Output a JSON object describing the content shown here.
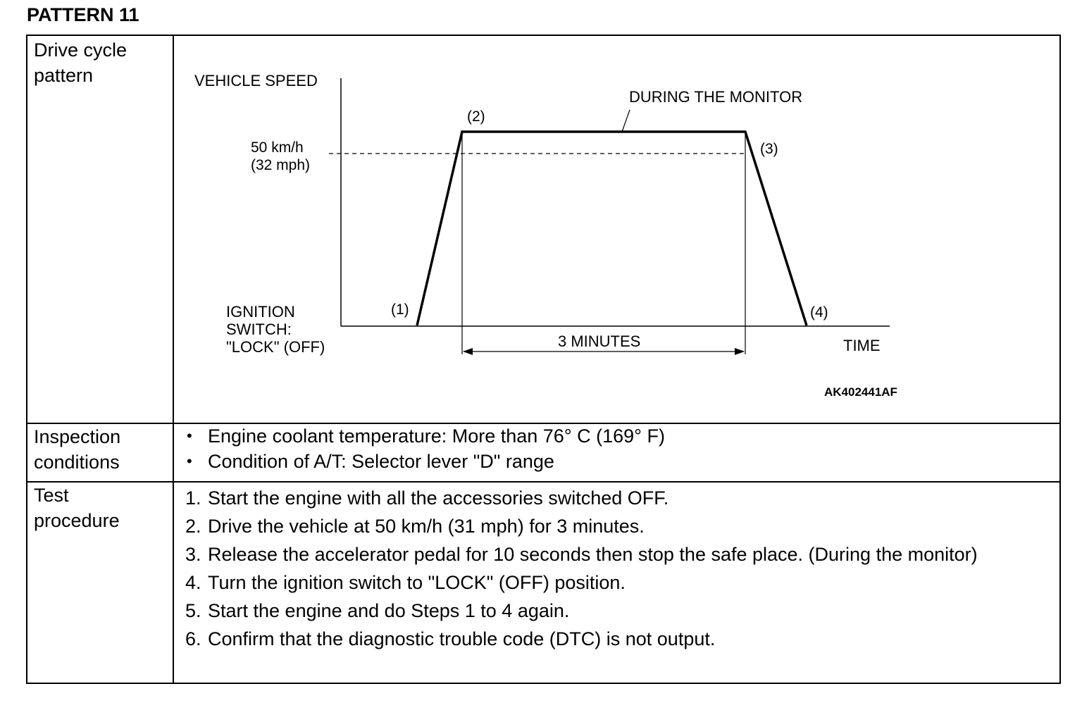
{
  "title": "PATTERN 11",
  "rows": {
    "drive_cycle": {
      "label_line1": "Drive cycle",
      "label_line2": "pattern"
    },
    "inspection": {
      "label_line1": "Inspection",
      "label_line2": "conditions"
    },
    "test": {
      "label_line1": "Test",
      "label_line2": "procedure"
    }
  },
  "diagram": {
    "y_axis_label": "VEHICLE SPEED",
    "speed_line1": "50 km/h",
    "speed_line2": "(32 mph)",
    "ignition_line1": "IGNITION",
    "ignition_line2": "SWITCH:",
    "ignition_line3": "\"LOCK\" (OFF)",
    "point1": "(1)",
    "point2": "(2)",
    "point3": "(3)",
    "point4": "(4)",
    "during_monitor": "DURING THE MONITOR",
    "duration": "3 MINUTES",
    "x_axis_label": "TIME",
    "figure_code": "AK402441AF"
  },
  "inspection_conditions": [
    "Engine coolant temperature: More than 76° C (169° F)",
    "Condition of A/T: Selector lever \"D\" range"
  ],
  "test_procedure": [
    {
      "num": "1.",
      "text": "Start the engine with all the accessories switched OFF."
    },
    {
      "num": "2.",
      "text": "Drive the vehicle at 50 km/h (31 mph) for 3 minutes."
    },
    {
      "num": "3.",
      "text": "Release the accelerator pedal for 10 seconds then stop the safe place. (During the monitor)"
    },
    {
      "num": "4.",
      "text": "Turn the ignition switch to \"LOCK\" (OFF) position."
    },
    {
      "num": "5.",
      "text": "Start the engine and do Steps 1 to 4 again."
    },
    {
      "num": "6.",
      "text": "Confirm that the diagnostic trouble code (DTC) is not output."
    }
  ]
}
